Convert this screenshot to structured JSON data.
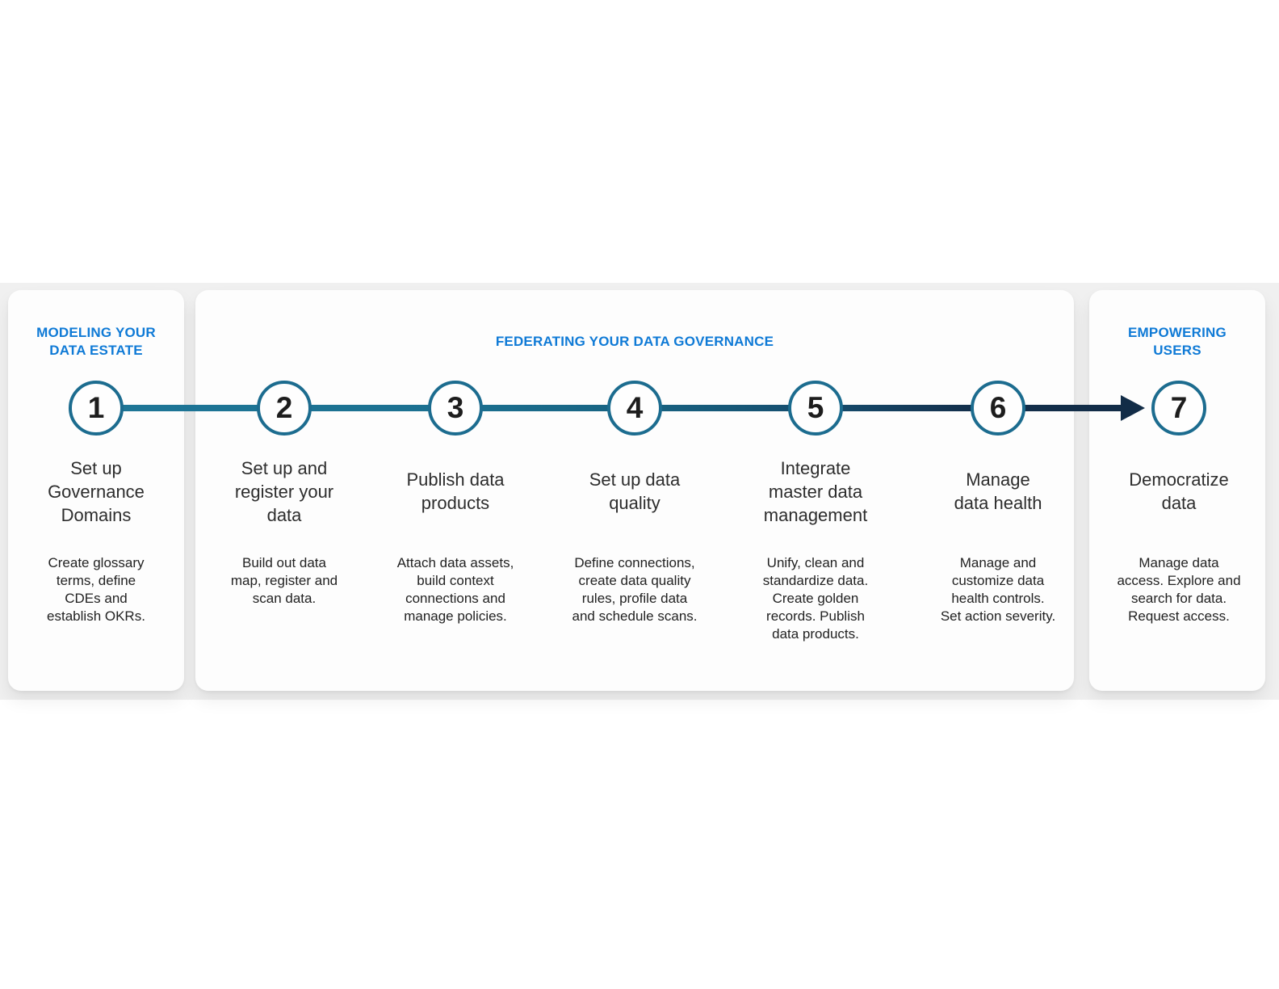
{
  "sections": [
    {
      "label": "MODELING YOUR\nDATA ESTATE"
    },
    {
      "label": "FEDERATING YOUR DATA GOVERNANCE"
    },
    {
      "label": "EMPOWERING\nUSERS"
    }
  ],
  "steps": [
    {
      "number": "1",
      "title": "Set up\nGovernance\nDomains",
      "description": "Create glossary\nterms, define\nCDEs and\nestablish OKRs."
    },
    {
      "number": "2",
      "title": "Set up and\nregister your\ndata",
      "description": "Build out data\nmap, register and\nscan data."
    },
    {
      "number": "3",
      "title": "Publish data\nproducts",
      "description": "Attach data assets,\nbuild context\nconnections and\nmanage policies."
    },
    {
      "number": "4",
      "title": "Set up data\nquality",
      "description": "Define connections,\ncreate data quality\nrules, profile data\nand schedule scans."
    },
    {
      "number": "5",
      "title": "Integrate\nmaster data\nmanagement",
      "description": "Unify, clean and\nstandardize data.\nCreate golden\nrecords. Publish\ndata products."
    },
    {
      "number": "6",
      "title": "Manage\ndata health",
      "description": "Manage and\ncustomize data\nhealth controls.\nSet action severity."
    },
    {
      "number": "7",
      "title": "Democratize\ndata",
      "description": "Manage data\naccess. Explore and\nsearch for data.\nRequest access."
    }
  ],
  "colors": {
    "header_blue": "#0f7ad6",
    "circle_border_teal": "#1c6c8f",
    "line_teal": "#1e7697",
    "line_navy": "#122c47",
    "card_background": "#fdfdfd",
    "band_background": "#f0f0f0"
  }
}
